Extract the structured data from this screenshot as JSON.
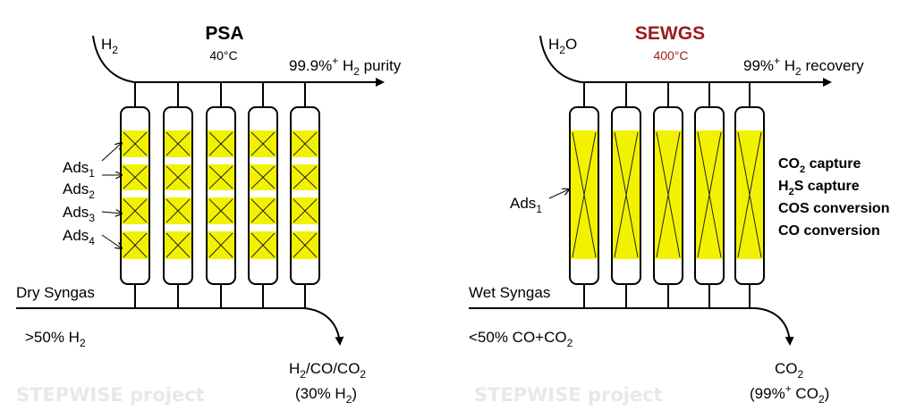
{
  "psa": {
    "title": "PSA",
    "temp": "40°C",
    "inlet_top": {
      "main": "H",
      "sub": "2"
    },
    "top_label": {
      "pre": "99.9%",
      "sup": "+",
      "mid": " H",
      "sub": "2",
      "post": " purity"
    },
    "ads": [
      {
        "main": "Ads",
        "sub": "1"
      },
      {
        "main": "Ads",
        "sub": "2"
      },
      {
        "main": "Ads",
        "sub": "3"
      },
      {
        "main": "Ads",
        "sub": "4"
      }
    ],
    "feed": "Dry Syngas",
    "feed_comp": {
      "pre": ">50% H",
      "sub": "2"
    },
    "outlet_line1": {
      "a": "H",
      "s1": "2",
      "b": "/CO/CO",
      "s2": "2"
    },
    "outlet_line2": {
      "pre": "(30% H",
      "sub": "2",
      "post": ")"
    }
  },
  "sewgs": {
    "title": "SEWGS",
    "temp": "400°C",
    "inlet_top": {
      "main": "H",
      "sub": "2",
      "post": "O"
    },
    "top_label": {
      "pre": "99%",
      "sup": "+",
      "mid": " H",
      "sub": "2",
      "post": " recovery"
    },
    "ads": [
      {
        "main": "Ads",
        "sub": "1"
      }
    ],
    "functions": [
      {
        "pre": "CO",
        "sub": "2",
        "post": " capture"
      },
      {
        "pre": "H",
        "sub": "2",
        "post": "S capture"
      },
      {
        "pre": "COS conversion",
        "sub": "",
        "post": ""
      },
      {
        "pre": "CO conversion",
        "sub": "",
        "post": ""
      }
    ],
    "feed": "Wet Syngas",
    "feed_comp": {
      "pre": "<50% CO+CO",
      "sub": "2"
    },
    "outlet_line1": {
      "pre": "CO",
      "sub": "2"
    },
    "outlet_line2": {
      "pre": "(99%",
      "sup": "+",
      "mid": " CO",
      "sub": "2",
      "post": ")"
    }
  },
  "watermark": "STEPWISE project",
  "colors": {
    "adsorbent": "#f2f200",
    "sewgs_accent": "#9b1b1b",
    "line": "#000000"
  }
}
